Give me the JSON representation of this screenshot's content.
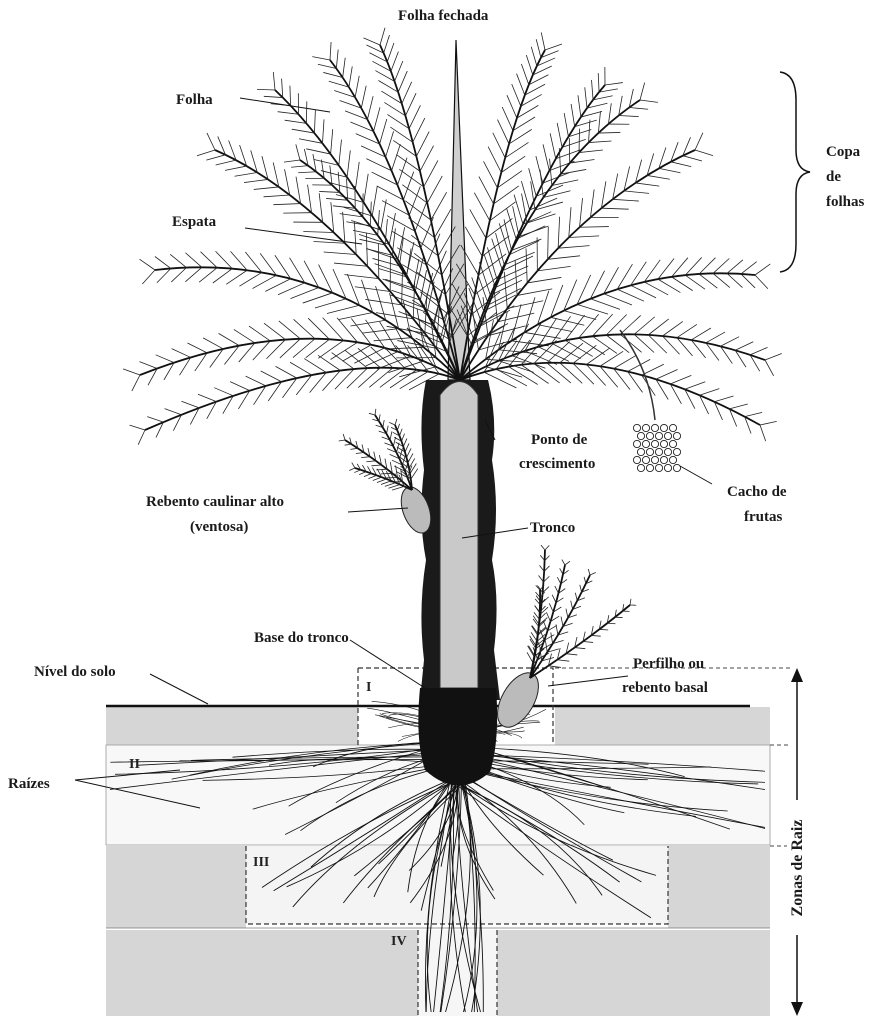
{
  "labels": {
    "folha_fechada": "Folha fechada",
    "folha": "Folha",
    "espata": "Espata",
    "copa_line1": "Copa",
    "copa_line2": "de",
    "copa_line3": "folhas",
    "ponto_line1": "Ponto de",
    "ponto_line2": "crescimento",
    "cacho_line1": "Cacho de",
    "cacho_line2": "frutas",
    "rebento_line1": "Rebento caulinar alto",
    "rebento_line2": "(ventosa)",
    "tronco": "Tronco",
    "base_tronco": "Base do tronco",
    "nivel_solo": "Nível do solo",
    "perfilho_line1": "Perfilho ou",
    "perfilho_line2": "rebento basal",
    "raizes": "Raízes",
    "zonas_raiz": "Zonas de Raiz"
  },
  "zones": {
    "zone1": "I",
    "zone2": "II",
    "zone3": "III",
    "zone4": "IV"
  },
  "colors": {
    "soil_band": "#d6d6d6",
    "ink": "#111111",
    "trunk_core": "#c9c9c9",
    "white_zone": "#f7f7f7"
  }
}
